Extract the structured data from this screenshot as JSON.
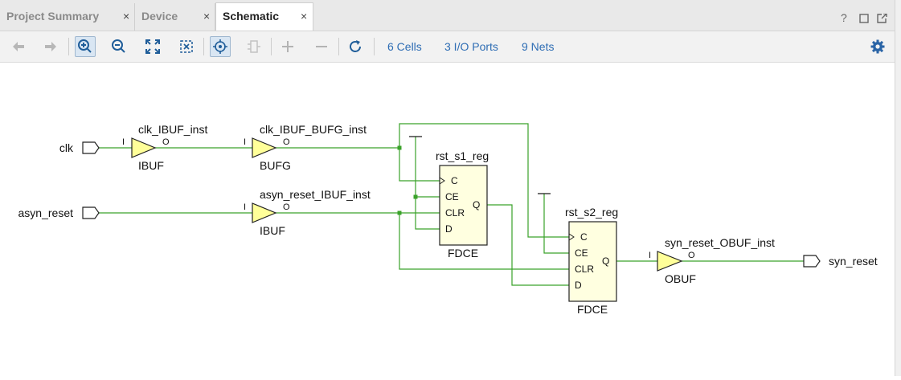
{
  "tabs": [
    {
      "label": "Project Summary",
      "active": false
    },
    {
      "label": "Device",
      "active": false
    },
    {
      "label": "Schematic",
      "active": true
    }
  ],
  "close_glyph": "×",
  "window_controls": {
    "help": "?",
    "restore_icon": "restore-icon",
    "float_icon": "float-icon"
  },
  "toolbar": {
    "cells": "6 Cells",
    "io_ports": "3 I/O Ports",
    "nets": "9 Nets"
  },
  "colors": {
    "wire": "#3aa22a",
    "cell_fill": "#ffffe0",
    "buffer_fill": "#ffff99",
    "link": "#2e6db4"
  },
  "schematic": {
    "ports": {
      "clk": "clk",
      "asyn_reset": "asyn_reset",
      "syn_reset": "syn_reset"
    },
    "clk_ibuf": {
      "inst": "clk_IBUF_inst",
      "type": "IBUF",
      "pin_in": "I",
      "pin_out": "O"
    },
    "clk_bufg": {
      "inst": "clk_IBUF_BUFG_inst",
      "type": "BUFG",
      "pin_in": "I",
      "pin_out": "O"
    },
    "reset_ibuf": {
      "inst": "asyn_reset_IBUF_inst",
      "type": "IBUF",
      "pin_in": "I",
      "pin_out": "O"
    },
    "reset_obuf": {
      "inst": "syn_reset_OBUF_inst",
      "type": "OBUF",
      "pin_in": "I",
      "pin_out": "O"
    },
    "ff1": {
      "inst": "rst_s1_reg",
      "type": "FDCE",
      "pins": {
        "c": "C",
        "ce": "CE",
        "clr": "CLR",
        "d": "D",
        "q": "Q"
      }
    },
    "ff2": {
      "inst": "rst_s2_reg",
      "type": "FDCE",
      "pins": {
        "c": "C",
        "ce": "CE",
        "clr": "CLR",
        "d": "D",
        "q": "Q"
      }
    }
  }
}
